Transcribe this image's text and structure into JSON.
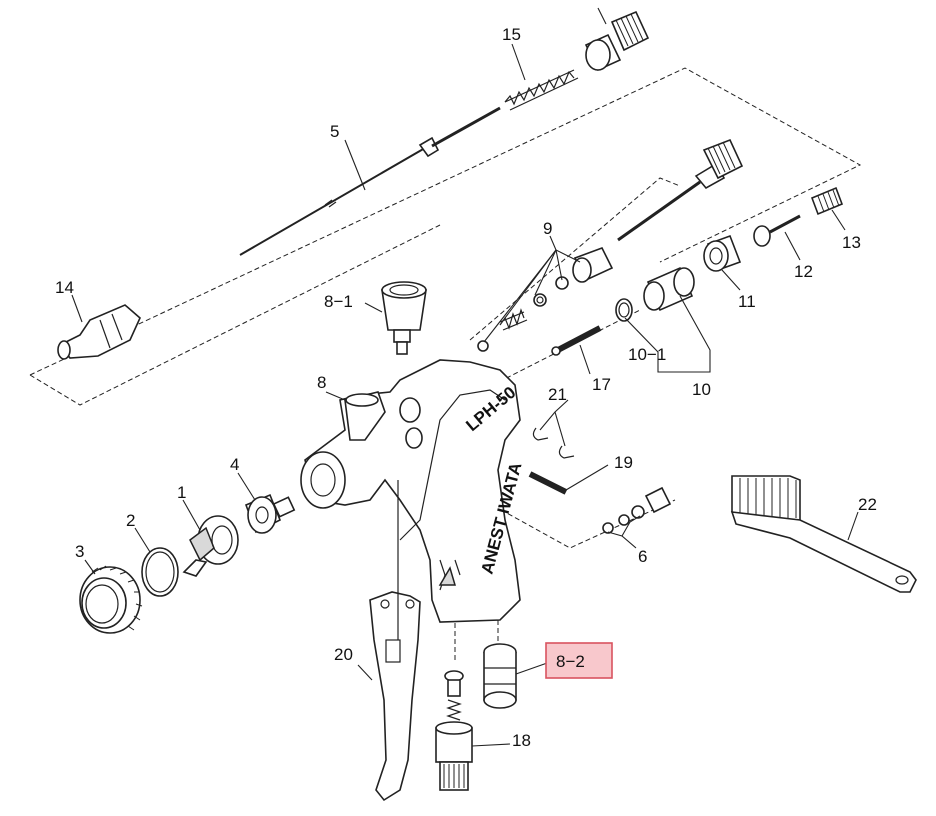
{
  "labels": {
    "p1": "1",
    "p2": "2",
    "p3": "3",
    "p4": "4",
    "p5": "5",
    "p6": "6",
    "p8": "8",
    "p8_1": "8−1",
    "p8_2": "8−2",
    "p9": "9",
    "p10": "10",
    "p10_1": "10−1",
    "p11": "11",
    "p12": "12",
    "p13": "13",
    "p14": "14",
    "p15": "15",
    "p17": "17",
    "p18": "18",
    "p19": "19",
    "p20": "20",
    "p21": "21",
    "p22": "22"
  },
  "body_text": {
    "brand": "ANEST IWATA",
    "model": "LPH-50"
  },
  "highlight": {
    "part": "8−2",
    "fill": "#f8c8cc",
    "border": "#d9535f"
  }
}
